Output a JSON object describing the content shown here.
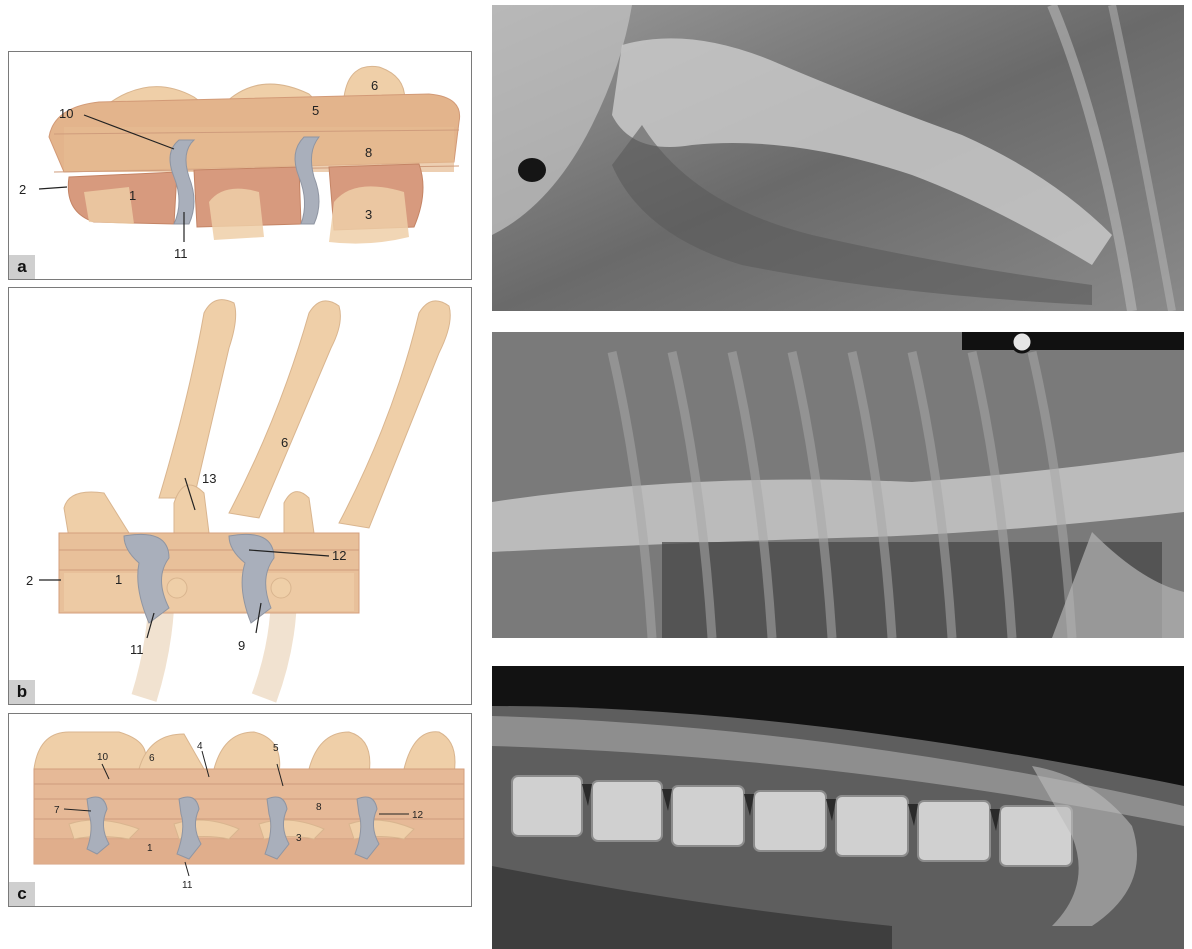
{
  "panels": {
    "a": {
      "tag": "a",
      "labels": {
        "l1": "1",
        "l2": "2",
        "l3": "3",
        "l5": "5",
        "l6": "6",
        "l8": "8",
        "l10": "10",
        "l11": "11"
      }
    },
    "b": {
      "tag": "b",
      "labels": {
        "l1": "1",
        "l2": "2",
        "l6": "6",
        "l9": "9",
        "l11": "11",
        "l12": "12",
        "l13": "13"
      }
    },
    "c": {
      "tag": "c",
      "labels": {
        "l1": "1",
        "l3": "3",
        "l4": "4",
        "l5": "5",
        "l6": "6",
        "l7": "7",
        "l8": "8",
        "l10": "10",
        "l11": "11",
        "l12": "12"
      }
    }
  },
  "colors": {
    "bone_light": "#efcfa8",
    "bone_mid": "#e3b48c",
    "bone_dark": "#d79a7e",
    "disc": "#a9afbb",
    "xray_dark": "#1a1a1a",
    "xray_light": "#d8d8d8"
  }
}
